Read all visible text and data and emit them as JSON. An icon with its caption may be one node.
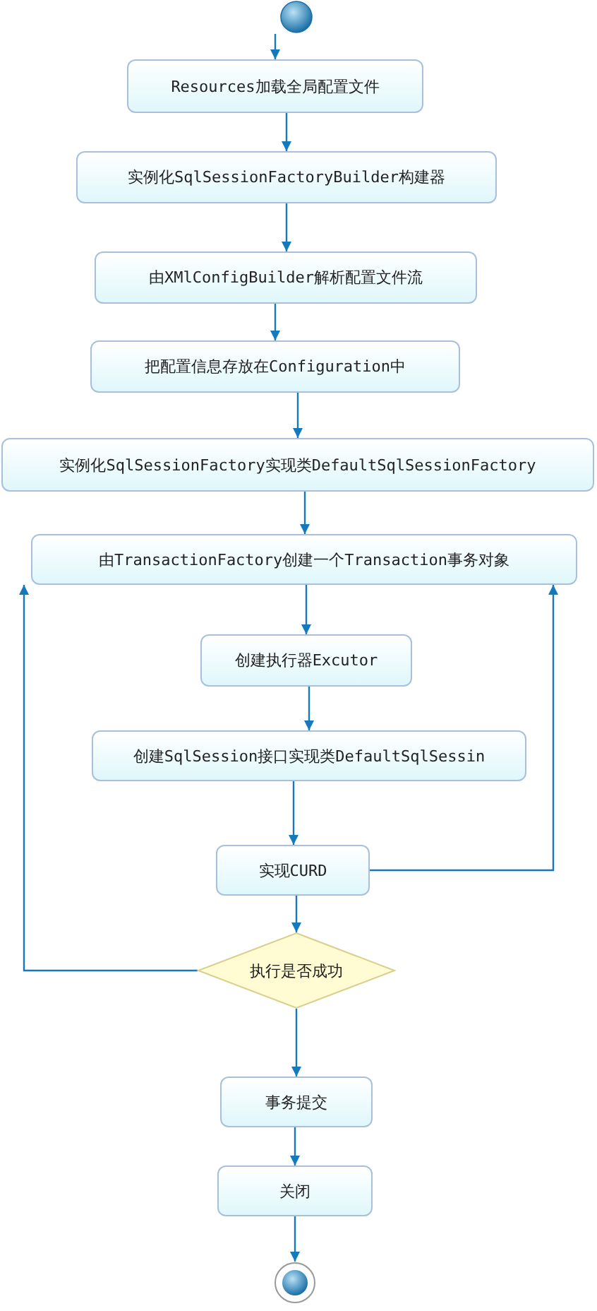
{
  "diagram": {
    "nodes": [
      {
        "text": [],
        "shape": "circle"
      },
      {
        "text": [
          "Resources加载全局配置文件"
        ]
      },
      {
        "text": [
          "实例化SqlSessionFactoryBuilder构建器"
        ]
      },
      {
        "text": [
          "由XMlConfigBuilder解析配置文件流"
        ]
      },
      {
        "text": [
          "把配置信息存放在Configuration中"
        ]
      },
      {
        "text": [
          "实例化SqlSessionFactory实现类DefaultSqlSessionFactory"
        ]
      },
      {
        "text": [
          "由TransactionFactory创建一个Transaction事务对象"
        ]
      },
      {
        "text": [
          "创建执行器Excutor"
        ]
      },
      {
        "text": [
          "创建SqlSession接口实现类DefaultSqlSessin"
        ]
      },
      {
        "text": [
          "实现CURD"
        ]
      },
      {
        "text": [
          "执行是否成功"
        ]
      },
      {
        "text": [
          "事务提交"
        ]
      },
      {
        "text": [
          "关闭"
        ]
      },
      {
        "text": [],
        "shape": "circle"
      }
    ],
    "edges": [
      {
        "from": 0,
        "to": 1,
        "arrow": "to"
      },
      {
        "from": 1,
        "to": 2,
        "arrow": "to"
      },
      {
        "from": 2,
        "to": 3,
        "arrow": "to"
      },
      {
        "from": 3,
        "to": 4,
        "arrow": "to"
      },
      {
        "from": 4,
        "to": 5,
        "arrow": "to"
      },
      {
        "from": 5,
        "to": 6,
        "arrow": "to"
      },
      {
        "from": 6,
        "to": 7,
        "arrow": "to"
      },
      {
        "from": 7,
        "to": 8,
        "arrow": "to"
      },
      {
        "from": 8,
        "to": 9,
        "arrow": "to"
      },
      {
        "from": 9,
        "to": 10,
        "arrow": "to"
      },
      {
        "from": 9,
        "to": 6,
        "arrow": "to"
      },
      {
        "from": 10,
        "to": 6,
        "arrow": "to"
      },
      {
        "from": 10,
        "to": 11,
        "arrow": "to"
      },
      {
        "from": 11,
        "to": 12,
        "arrow": "to"
      },
      {
        "from": 12,
        "to": 13,
        "arrow": "to"
      }
    ]
  }
}
